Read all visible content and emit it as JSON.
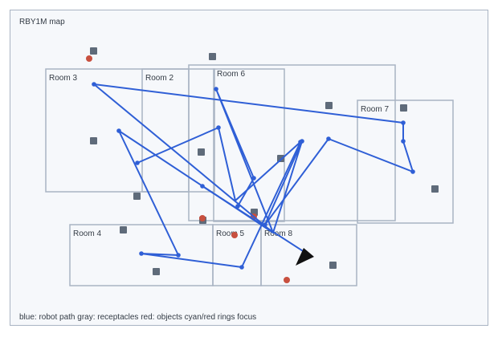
{
  "title": "RBY1M map",
  "legend": "blue: robot path  gray: receptacles  red: objects  cyan/red rings focus",
  "colors": {
    "frame_bg": "#f6f8fb",
    "room_stroke": "#a9b4c3",
    "path": "#2f5fd6",
    "receptacle": "#5f6b7a",
    "object": "#c8503f",
    "robot": "#111111"
  },
  "rooms": [
    {
      "id": "room3",
      "label": "Room 3"
    },
    {
      "id": "room2",
      "label": "Room 2"
    },
    {
      "id": "room6",
      "label": "Room 6"
    },
    {
      "id": "room-large",
      "label": ""
    },
    {
      "id": "room7",
      "label": "Room 7"
    },
    {
      "id": "room4",
      "label": "Room 4"
    },
    {
      "id": "room5",
      "label": "Room 5"
    },
    {
      "id": "room8",
      "label": "Room 8"
    }
  ]
}
